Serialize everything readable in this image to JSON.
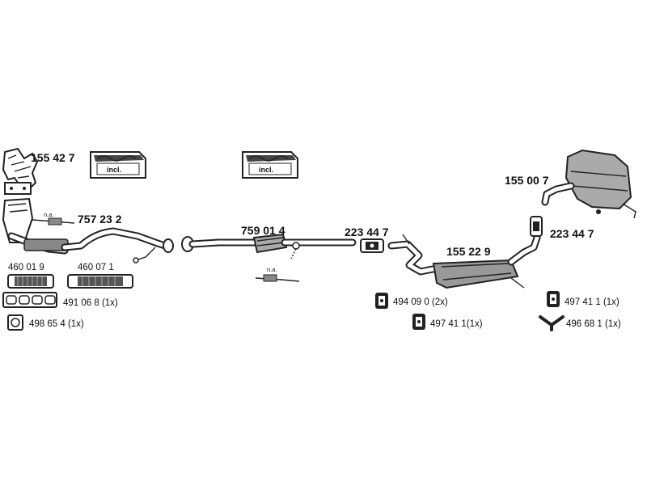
{
  "parts": {
    "manifold": "155 42 7",
    "front_pipe": "757 23 2",
    "catalyst": "759 01 4",
    "clamp_front": "223 44 7",
    "middle_silencer": "155 22 9",
    "rear_silencer": "155 00 7",
    "clamp_rear": "223 44 7"
  },
  "small_parts": {
    "flex_1": "460 01 9",
    "flex_2": "460 07 1",
    "gasket_manifold": "491 06 8 (1x)",
    "gasket_square": "498 65 4 (1x)",
    "mount_1": "494 09 0 (2x)",
    "mount_2": "497 41 1(1x)",
    "mount_3": "497 41 1 (1x)",
    "hanger_y": "496 68 1 (1x)"
  },
  "notes": {
    "na_1": "n.a.",
    "na_2": "n.a.",
    "incl_1": "incl.",
    "incl_2": "incl."
  }
}
